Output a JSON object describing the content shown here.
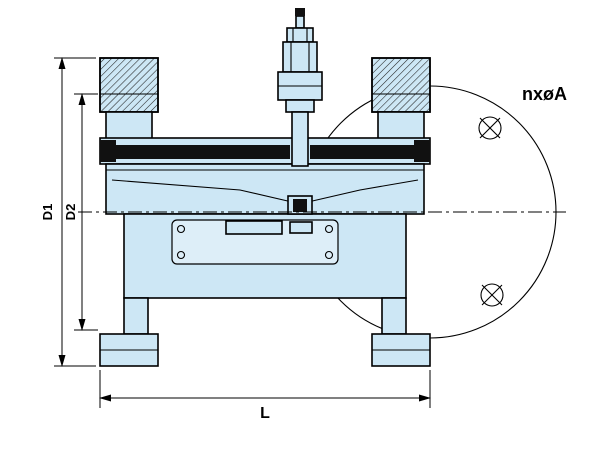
{
  "drawing": {
    "labels": {
      "d1": "D1",
      "d2": "D2",
      "length": "L",
      "bolt_holes": "nxøA"
    },
    "colors": {
      "body_fill": "#cde7f5",
      "window_fill": "#ddeef8",
      "line": "#000000",
      "dark_detail": "#111111",
      "background": "#ffffff"
    }
  }
}
